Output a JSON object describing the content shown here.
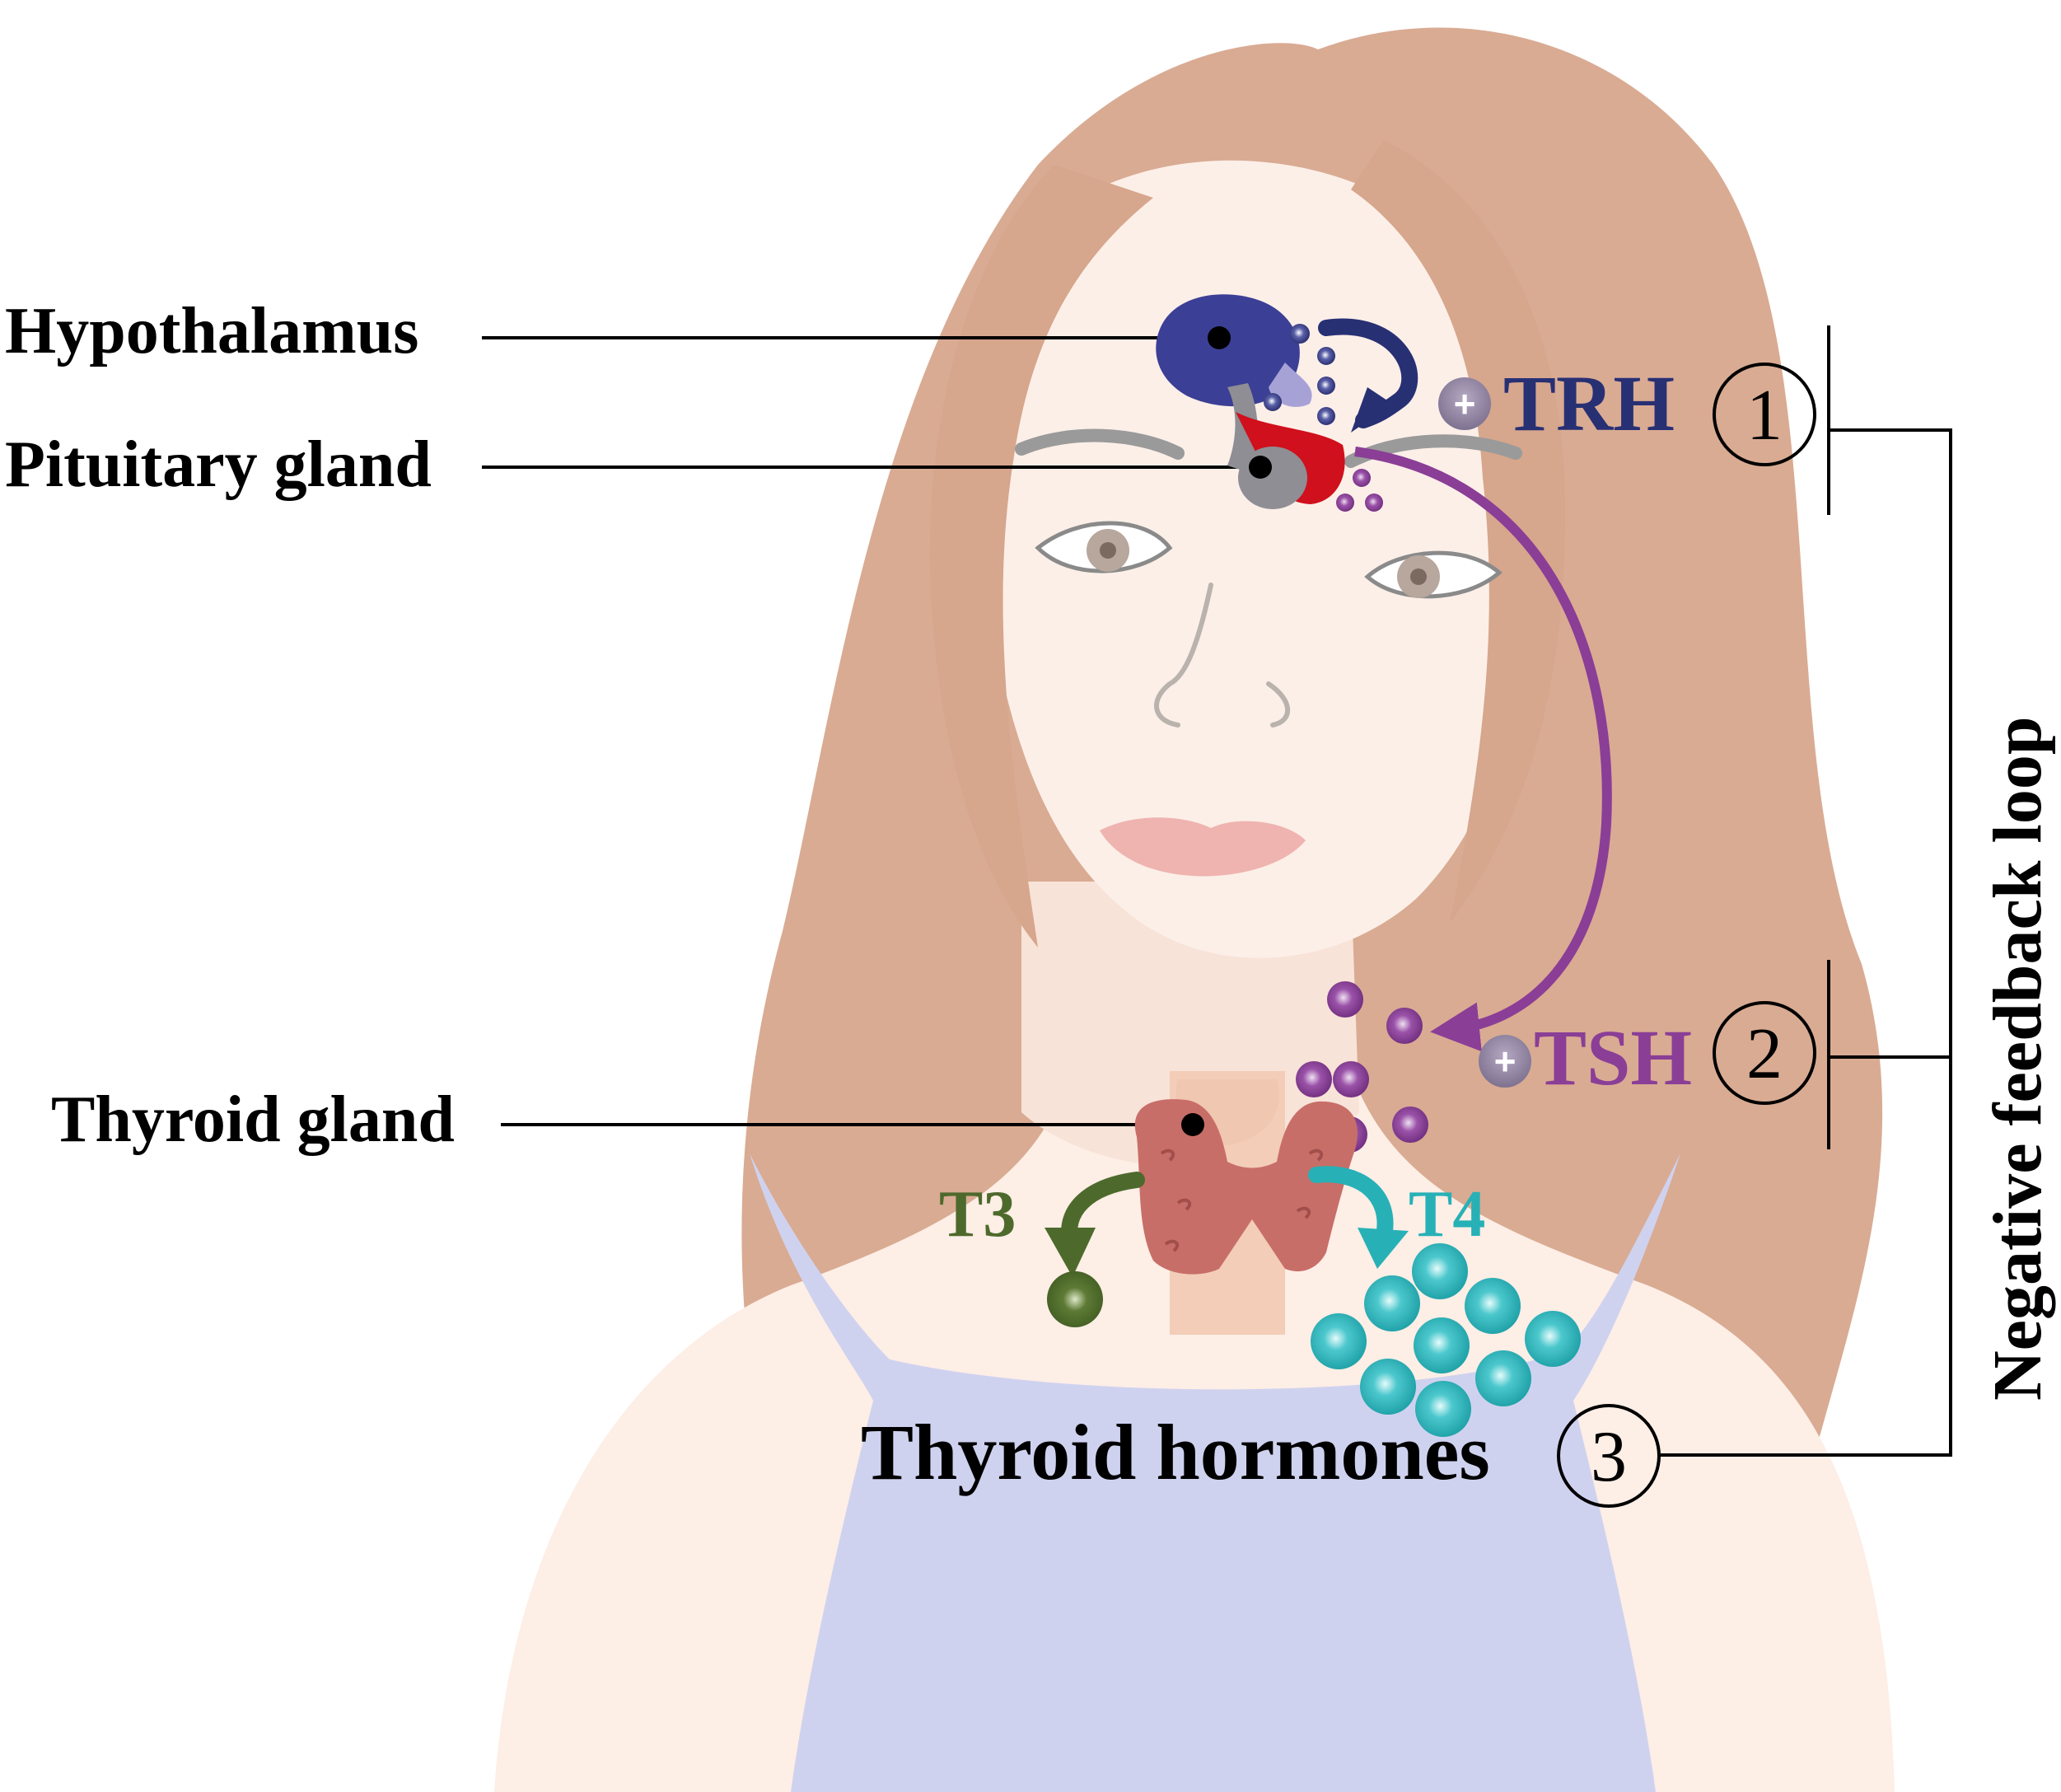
{
  "labels": {
    "hypothalamus": "Hypothalamus",
    "pituitary": "Pituitary gland",
    "thyroid_gland": "Thyroid gland",
    "thyroid_hormones": "Thyroid hormones",
    "feedback": "Negative feedback loop"
  },
  "hormones": {
    "trh": "TRH",
    "tsh": "TSH",
    "t3": "T3",
    "t4": "T4",
    "stimulate_sign": "+"
  },
  "steps": [
    "1",
    "2",
    "3"
  ],
  "colors": {
    "hypothalamus": "#3b3f95",
    "pituitary_red": "#d0101c",
    "pituitary_gray": "#8e8e94",
    "trh": "#283074",
    "tsh": "#8a3e96",
    "t3": "#4d6a2c",
    "t4": "#27b1b7",
    "thyroid": "#c86e68",
    "hair": "#d9ab93",
    "skin": "#fdeee6",
    "top": "#cfd2ef"
  }
}
